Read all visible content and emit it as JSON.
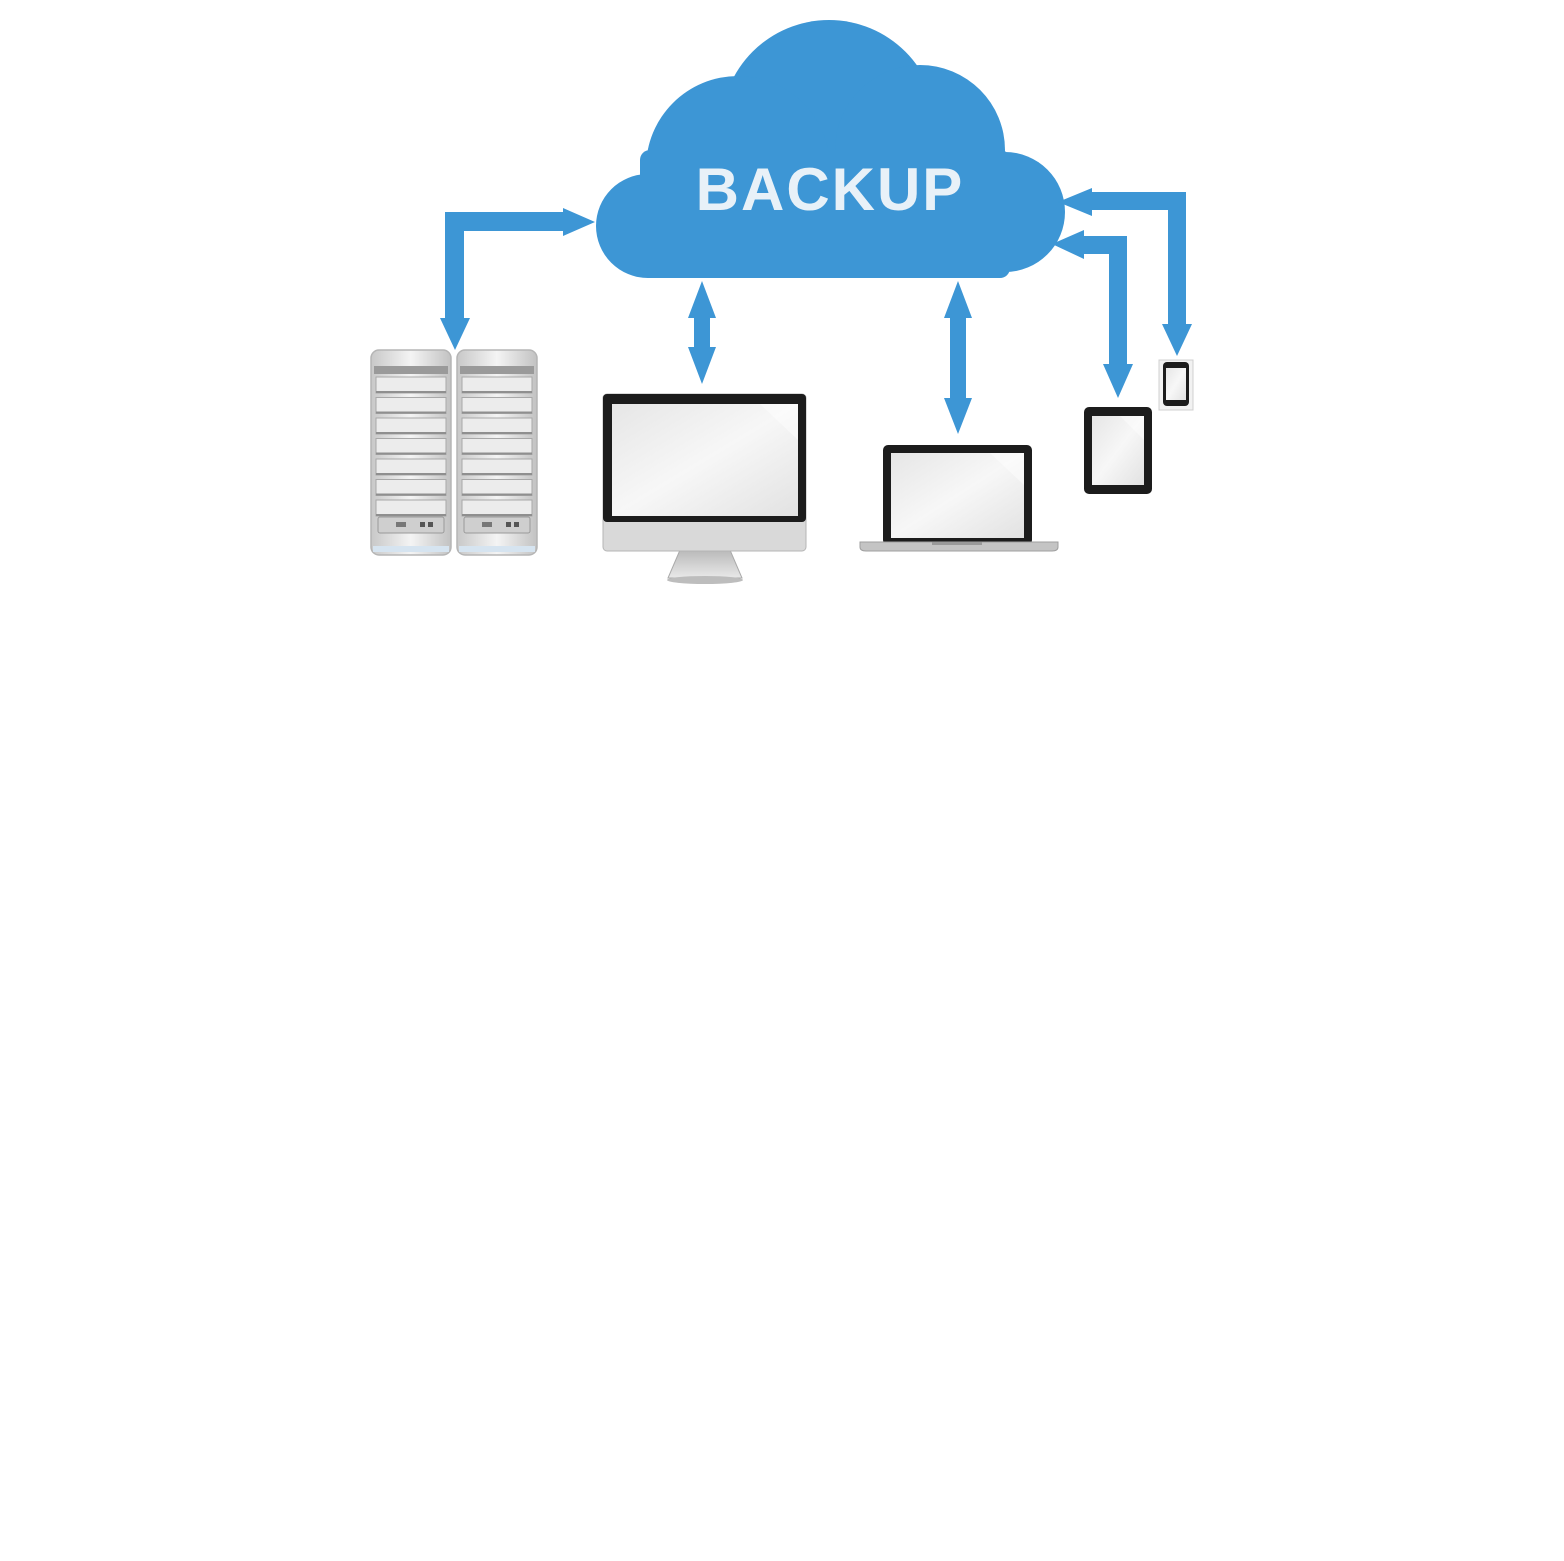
{
  "diagram": {
    "cloud_label": "BACKUP",
    "colors": {
      "cloud": "#3d96d5",
      "arrow": "#3d96d5",
      "cloud_text": "#e8f1f8",
      "device_bezel": "#1c1c1c",
      "device_body": "#d8d8d8",
      "screen": "#ededed"
    },
    "nodes": [
      {
        "id": "cloud",
        "kind": "cloud",
        "icon": "cloud-icon"
      },
      {
        "id": "servers",
        "kind": "server-rack",
        "icon": "server-icon"
      },
      {
        "id": "desktop",
        "kind": "desktop-monitor",
        "icon": "monitor-icon"
      },
      {
        "id": "laptop",
        "kind": "laptop",
        "icon": "laptop-icon"
      },
      {
        "id": "tablet",
        "kind": "tablet",
        "icon": "tablet-icon"
      },
      {
        "id": "phone",
        "kind": "smartphone",
        "icon": "phone-icon"
      }
    ],
    "edges": [
      {
        "from": "servers",
        "to": "cloud",
        "direction": "bidirectional"
      },
      {
        "from": "desktop",
        "to": "cloud",
        "direction": "bidirectional"
      },
      {
        "from": "laptop",
        "to": "cloud",
        "direction": "bidirectional"
      },
      {
        "from": "tablet",
        "to": "cloud",
        "direction": "bidirectional"
      },
      {
        "from": "phone",
        "to": "cloud",
        "direction": "bidirectional"
      }
    ]
  }
}
